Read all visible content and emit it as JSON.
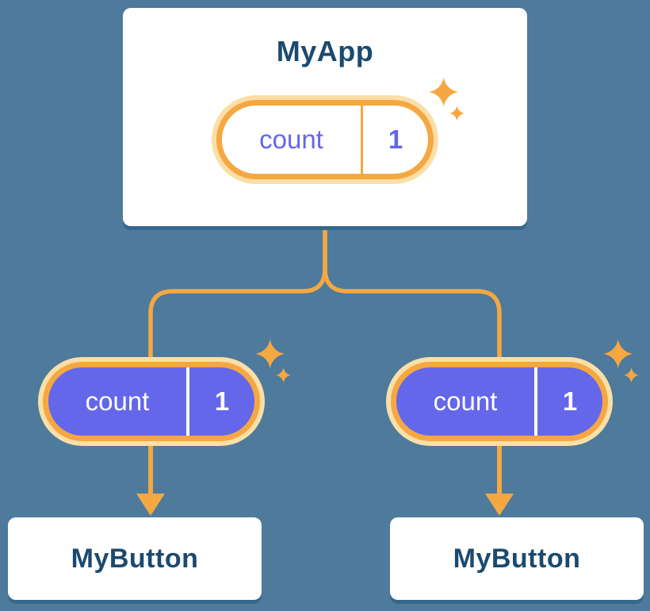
{
  "colors": {
    "page_bg": "#4e7a9c",
    "card_bg": "#ffffff",
    "card_shadow": "#35688a",
    "title_text": "#1b4a6e",
    "accent_orange": "#f5a742",
    "halo_orange": "#fbdfa8",
    "state_purple": "#6467e9",
    "pill_text_light": "#ffffff"
  },
  "diagram": {
    "root": {
      "title": "MyApp",
      "state": {
        "name": "count",
        "value": "1"
      }
    },
    "children": [
      {
        "state": {
          "name": "count",
          "value": "1"
        },
        "label": "MyButton"
      },
      {
        "state": {
          "name": "count",
          "value": "1"
        },
        "label": "MyButton"
      }
    ]
  }
}
